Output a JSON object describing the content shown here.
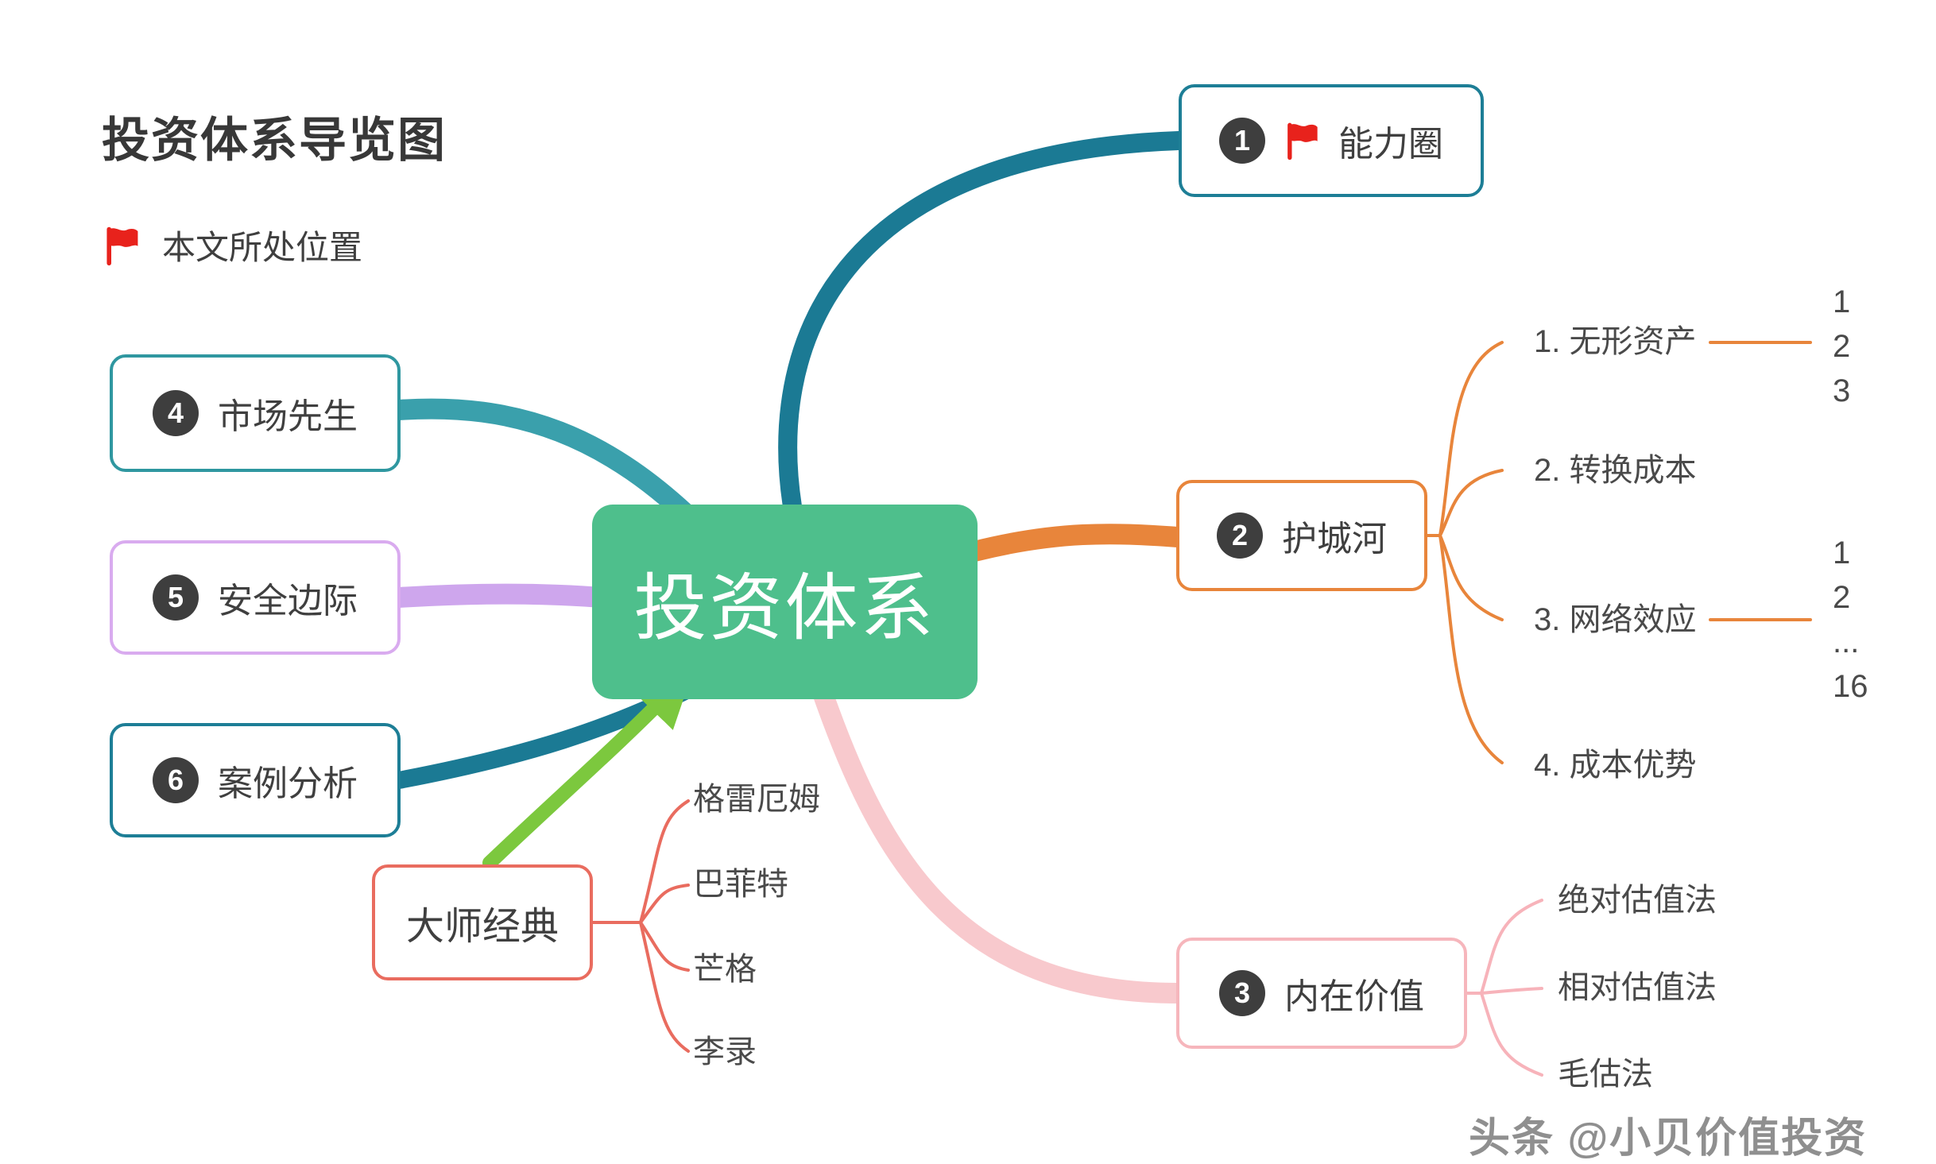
{
  "title": "投资体系导览图",
  "legend": {
    "flag_label": "本文所处位置"
  },
  "center": {
    "label": "投资体系"
  },
  "watermark": "头条 @小贝价值投资",
  "colors": {
    "teal_dark": "#1b7a94",
    "teal_light": "#3aa0ac",
    "orange": "#e8853b",
    "pink_branch": "#f8c9cd",
    "pink_fan": "#f7b3ba",
    "purple": "#cea6ed",
    "green_node": "#4ebf8c",
    "green_arrow": "#7cc83e",
    "red": "#e96c5f",
    "badge": "#3e3e3e",
    "flag_red": "#e8221c"
  },
  "nodes": {
    "ability": {
      "num": "1",
      "label": "能力圈"
    },
    "moat": {
      "num": "2",
      "label": "护城河",
      "children": [
        {
          "label": "1. 无形资产",
          "subs": [
            "1",
            "2",
            "3"
          ]
        },
        {
          "label": "2. 转换成本"
        },
        {
          "label": "3. 网络效应",
          "subs": [
            "1",
            "2",
            "...",
            "16"
          ]
        },
        {
          "label": "4. 成本优势"
        }
      ]
    },
    "value": {
      "num": "3",
      "label": "内在价值",
      "children": [
        {
          "label": "绝对估值法"
        },
        {
          "label": "相对估值法"
        },
        {
          "label": "毛估法"
        }
      ]
    },
    "market": {
      "num": "4",
      "label": "市场先生"
    },
    "margin": {
      "num": "5",
      "label": "安全边际"
    },
    "case": {
      "num": "6",
      "label": "案例分析"
    },
    "masters": {
      "label": "大师经典",
      "children": [
        {
          "label": "格雷厄姆"
        },
        {
          "label": "巴菲特"
        },
        {
          "label": "芒格"
        },
        {
          "label": "李录"
        }
      ]
    }
  }
}
